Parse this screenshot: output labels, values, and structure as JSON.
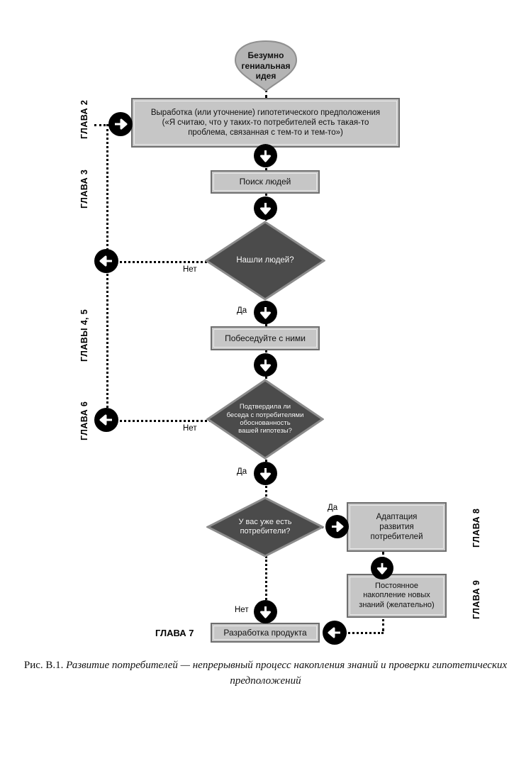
{
  "figure": {
    "caption_lead": "Рис. В.1.",
    "caption_text": "Развитие потребителей — непрерывный процесс накопления знаний и проверки гипотетических предположений"
  },
  "nodes": {
    "idea": {
      "label": "Безумно\nгениальная\nидея",
      "type": "start-blob",
      "fill": "#b4b4b4"
    },
    "hypothesis": {
      "label": "Выработка (или уточнение) гипотетического предположения\n(«Я считаю, что у таких-то потребителей есть такая-то\nпроблема, связанная с тем-то и тем-то»)",
      "type": "process",
      "fill": "#c6c6c6"
    },
    "find_people": {
      "label": "Поиск людей",
      "type": "process",
      "fill": "#c6c6c6"
    },
    "found_people": {
      "label": "Нашли людей?",
      "type": "decision",
      "fill": "#4b4b4b"
    },
    "talk": {
      "label": "Побеседуйте с ними",
      "type": "process",
      "fill": "#c6c6c6"
    },
    "confirmed": {
      "label": "Подтвердила ли\nбеседа с потребителями\nобоснованность\nвашей гипотезы?",
      "type": "decision",
      "fill": "#4b4b4b"
    },
    "have_customers": {
      "label": "У вас уже есть\nпотребители?",
      "type": "decision",
      "fill": "#4b4b4b"
    },
    "adaptation": {
      "label": "Адаптация\nразвития\nпотребителей",
      "type": "process",
      "fill": "#c6c6c6"
    },
    "continuous": {
      "label": "Постоянное\nнакопление новых\nзнаний (желательно)",
      "type": "process",
      "fill": "#c6c6c6"
    },
    "product_dev": {
      "label": "Разработка продукта",
      "type": "process",
      "fill": "#c6c6c6"
    }
  },
  "edge_labels": {
    "found_people_no": "Нет",
    "found_people_yes": "Да",
    "confirmed_no": "Нет",
    "confirmed_yes": "Да",
    "have_customers_yes": "Да",
    "have_customers_no": "Нет"
  },
  "chapters": {
    "left": [
      {
        "label": "ГЛАВА 2"
      },
      {
        "label": "ГЛАВА 3"
      },
      {
        "label": "ГЛАВЫ 4, 5"
      },
      {
        "label": "ГЛАВА 6"
      }
    ],
    "right": [
      {
        "label": "ГЛАВА 8"
      },
      {
        "label": "ГЛАВА 9"
      }
    ],
    "bottom_left": {
      "label": "ГЛАВА 7"
    }
  },
  "icons": {
    "arrow_down": "arrow-down-icon",
    "arrow_left": "arrow-left-icon",
    "arrow_right": "arrow-right-icon"
  },
  "colors": {
    "page_background": "#ffffff",
    "process_fill": "#c6c6c6",
    "process_border": "#6e6e6e",
    "decision_fill": "#4b4b4b",
    "decision_border": "#8c8c8c",
    "decision_text": "#ffffff",
    "connector": "#000000",
    "blob_fill": "#b4b4b4"
  }
}
